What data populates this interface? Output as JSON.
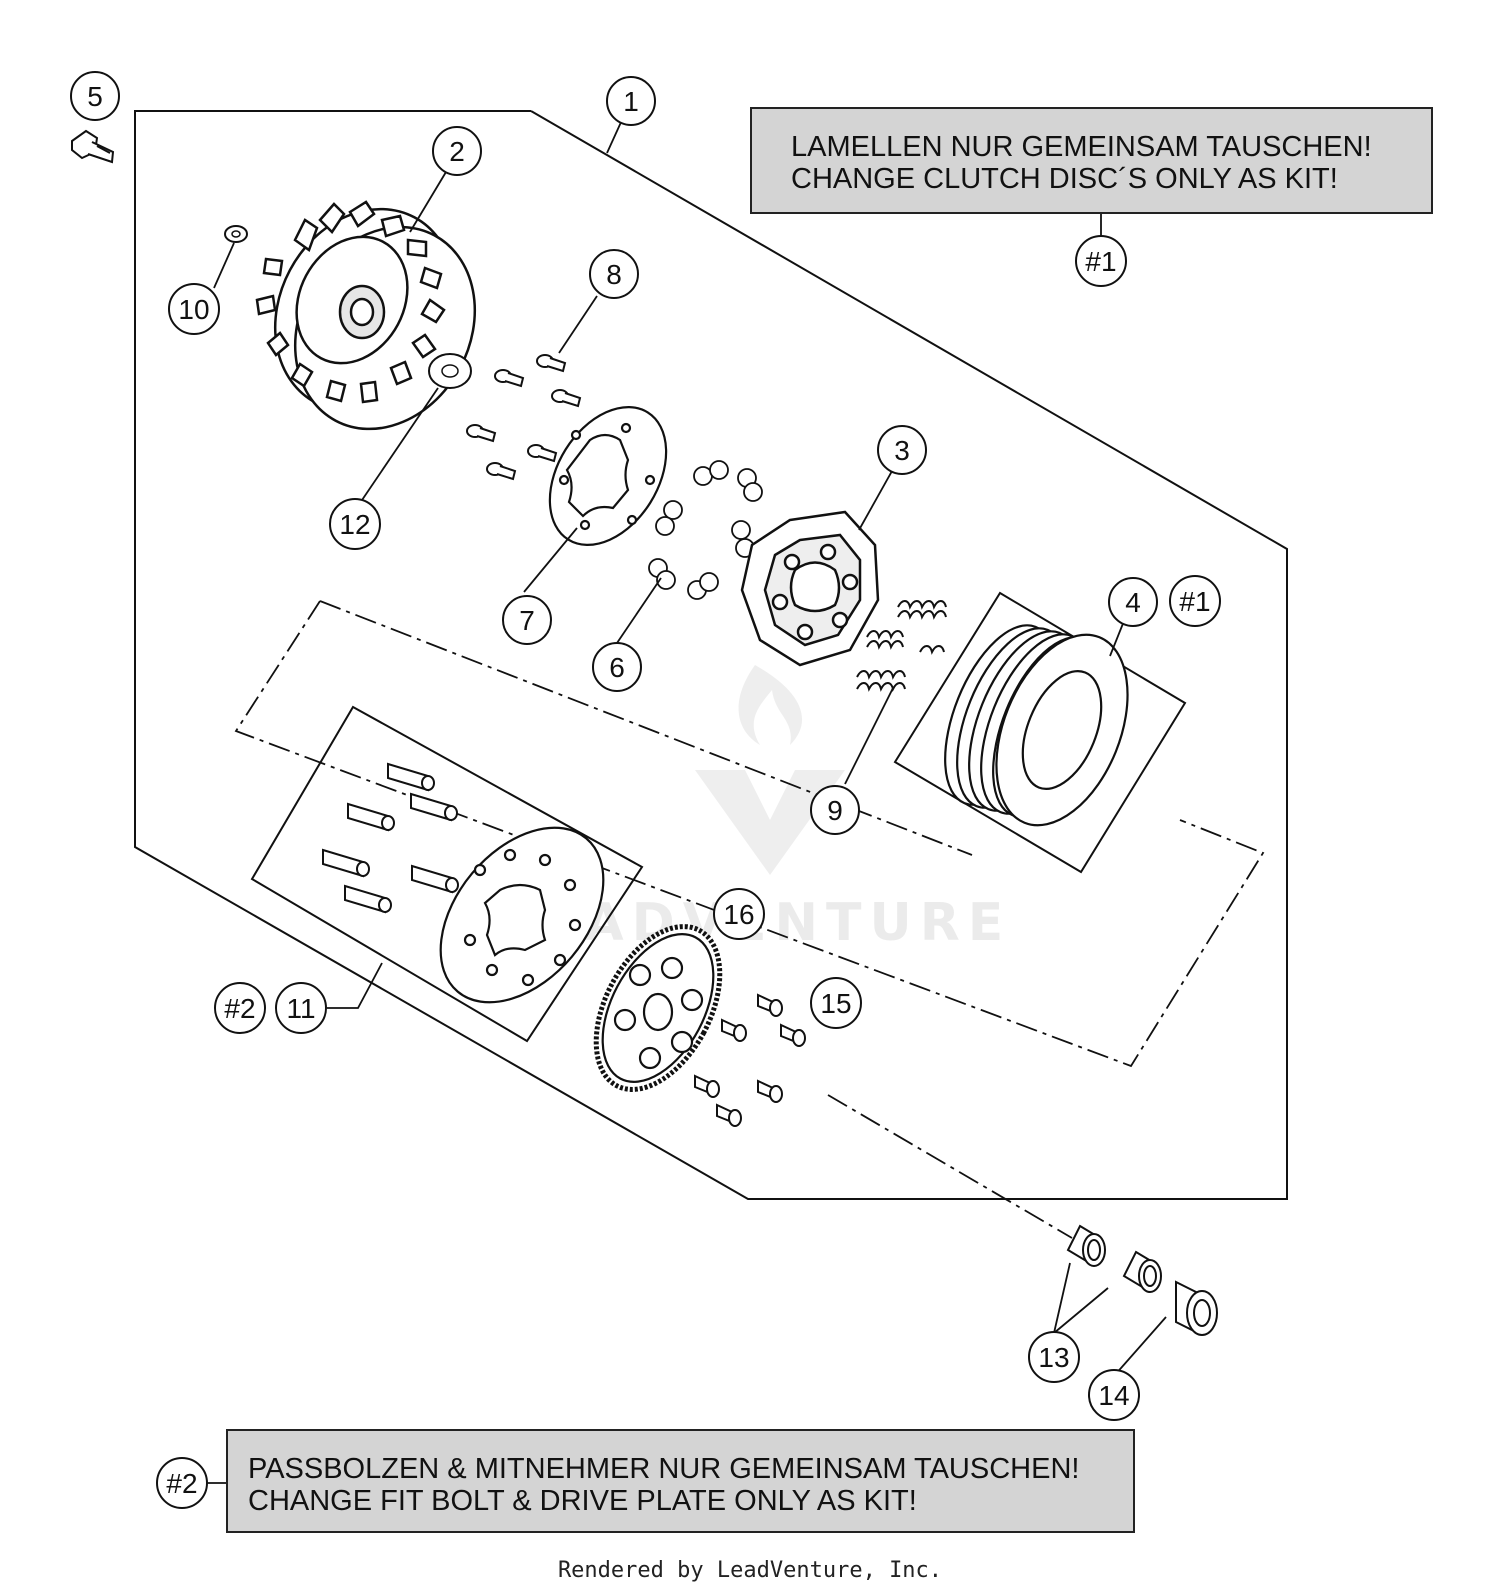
{
  "notes": {
    "kit1": {
      "line1": "LAMELLEN NUR GEMEINSAM TAUSCHEN!",
      "line2": "CHANGE CLUTCH DISC´S ONLY AS KIT!",
      "ref": "#1"
    },
    "kit2": {
      "line1": "PASSBOLZEN & MITNEHMER NUR GEMEINSAM TAUSCHEN!",
      "line2": "CHANGE FIT BOLT & DRIVE PLATE ONLY AS KIT!",
      "ref": "#2"
    }
  },
  "callouts": {
    "c1": "1",
    "c2": "2",
    "c3": "3",
    "c4": "4",
    "c5": "5",
    "c6": "6",
    "c7": "7",
    "c8": "8",
    "c9": "9",
    "c10": "10",
    "c11": "11",
    "c12": "12",
    "c13": "13",
    "c14": "14",
    "c15": "15",
    "c16": "16",
    "ref1a": "#1",
    "ref1b": "#1",
    "ref2a": "#2",
    "ref2b": "#2"
  },
  "watermark": "LEADVENTURE",
  "footer": "Rendered by LeadVenture, Inc."
}
